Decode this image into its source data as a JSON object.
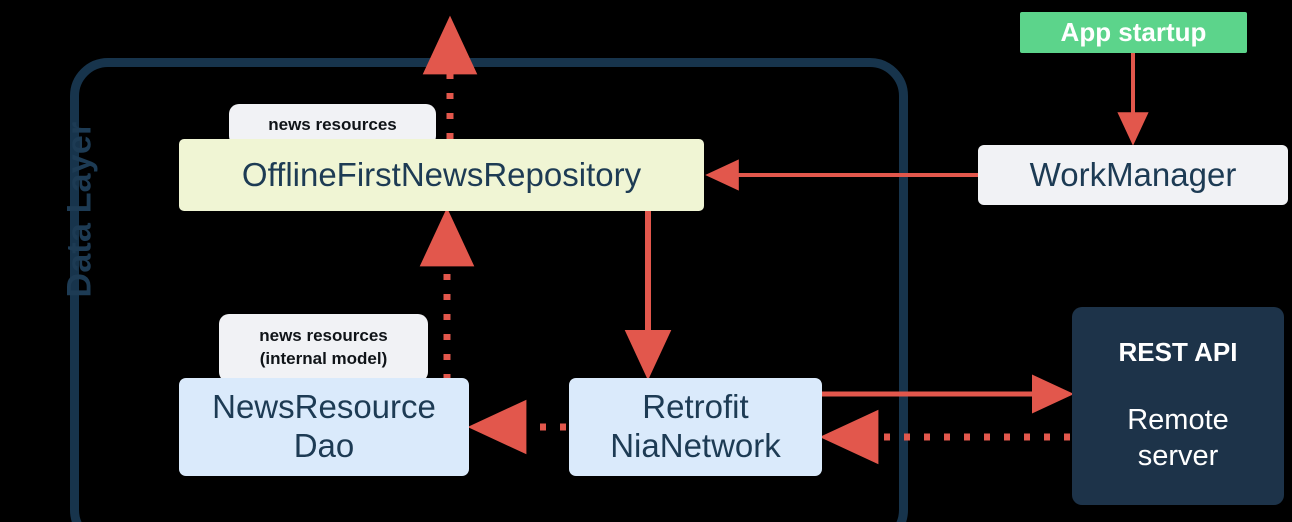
{
  "diagram": {
    "title": "Data Layer",
    "layer": {
      "label": "Data Layer",
      "border_color": "#17344c"
    },
    "nodes": {
      "repository": {
        "label": "OfflineFirstNewsRepository",
        "badge": "news resources",
        "fill": "#f0f5d4",
        "text_color": "#1d3b54"
      },
      "dao": {
        "label_line1": "NewsResource",
        "label_line2": "Dao",
        "badge_line1": "news resources",
        "badge_line2": "(internal model)",
        "fill": "#daeafb",
        "text_color": "#1d3b54"
      },
      "retrofit": {
        "label_line1": "Retrofit",
        "label_line2": "NiaNetwork",
        "fill": "#daeafb",
        "text_color": "#1d3b54"
      },
      "workmanager": {
        "label": "WorkManager",
        "fill": "#f1f2f5",
        "text_color": "#1d3b54"
      },
      "app_startup": {
        "label": "App startup",
        "fill": "#5cd48b",
        "text_color": "#ffffff"
      },
      "remote_server": {
        "label_api": "REST API",
        "label_line1": "Remote",
        "label_line2": "server",
        "fill": "#1d3349",
        "text_color": "#ffffff"
      }
    },
    "connectors": {
      "arrow_color": "#e2574c",
      "edges": [
        {
          "name": "repository-to-outside-up",
          "from": "repository",
          "to": "outside-top",
          "style": "dotted",
          "direction": "up"
        },
        {
          "name": "workmanager-to-repository",
          "from": "workmanager",
          "to": "repository",
          "style": "solid",
          "direction": "left"
        },
        {
          "name": "app-startup-to-workmanager",
          "from": "app_startup",
          "to": "workmanager",
          "style": "solid",
          "direction": "down"
        },
        {
          "name": "repository-to-retrofit",
          "from": "repository",
          "to": "retrofit",
          "style": "solid",
          "direction": "down"
        },
        {
          "name": "dao-to-repository",
          "from": "dao",
          "to": "repository",
          "style": "dotted",
          "direction": "up"
        },
        {
          "name": "retrofit-to-dao",
          "from": "retrofit",
          "to": "dao",
          "style": "dotted",
          "direction": "left"
        },
        {
          "name": "retrofit-to-remote-server",
          "from": "retrofit",
          "to": "remote_server",
          "style": "solid",
          "direction": "right"
        },
        {
          "name": "remote-server-to-retrofit",
          "from": "remote_server",
          "to": "retrofit",
          "style": "dotted",
          "direction": "left"
        }
      ]
    }
  }
}
